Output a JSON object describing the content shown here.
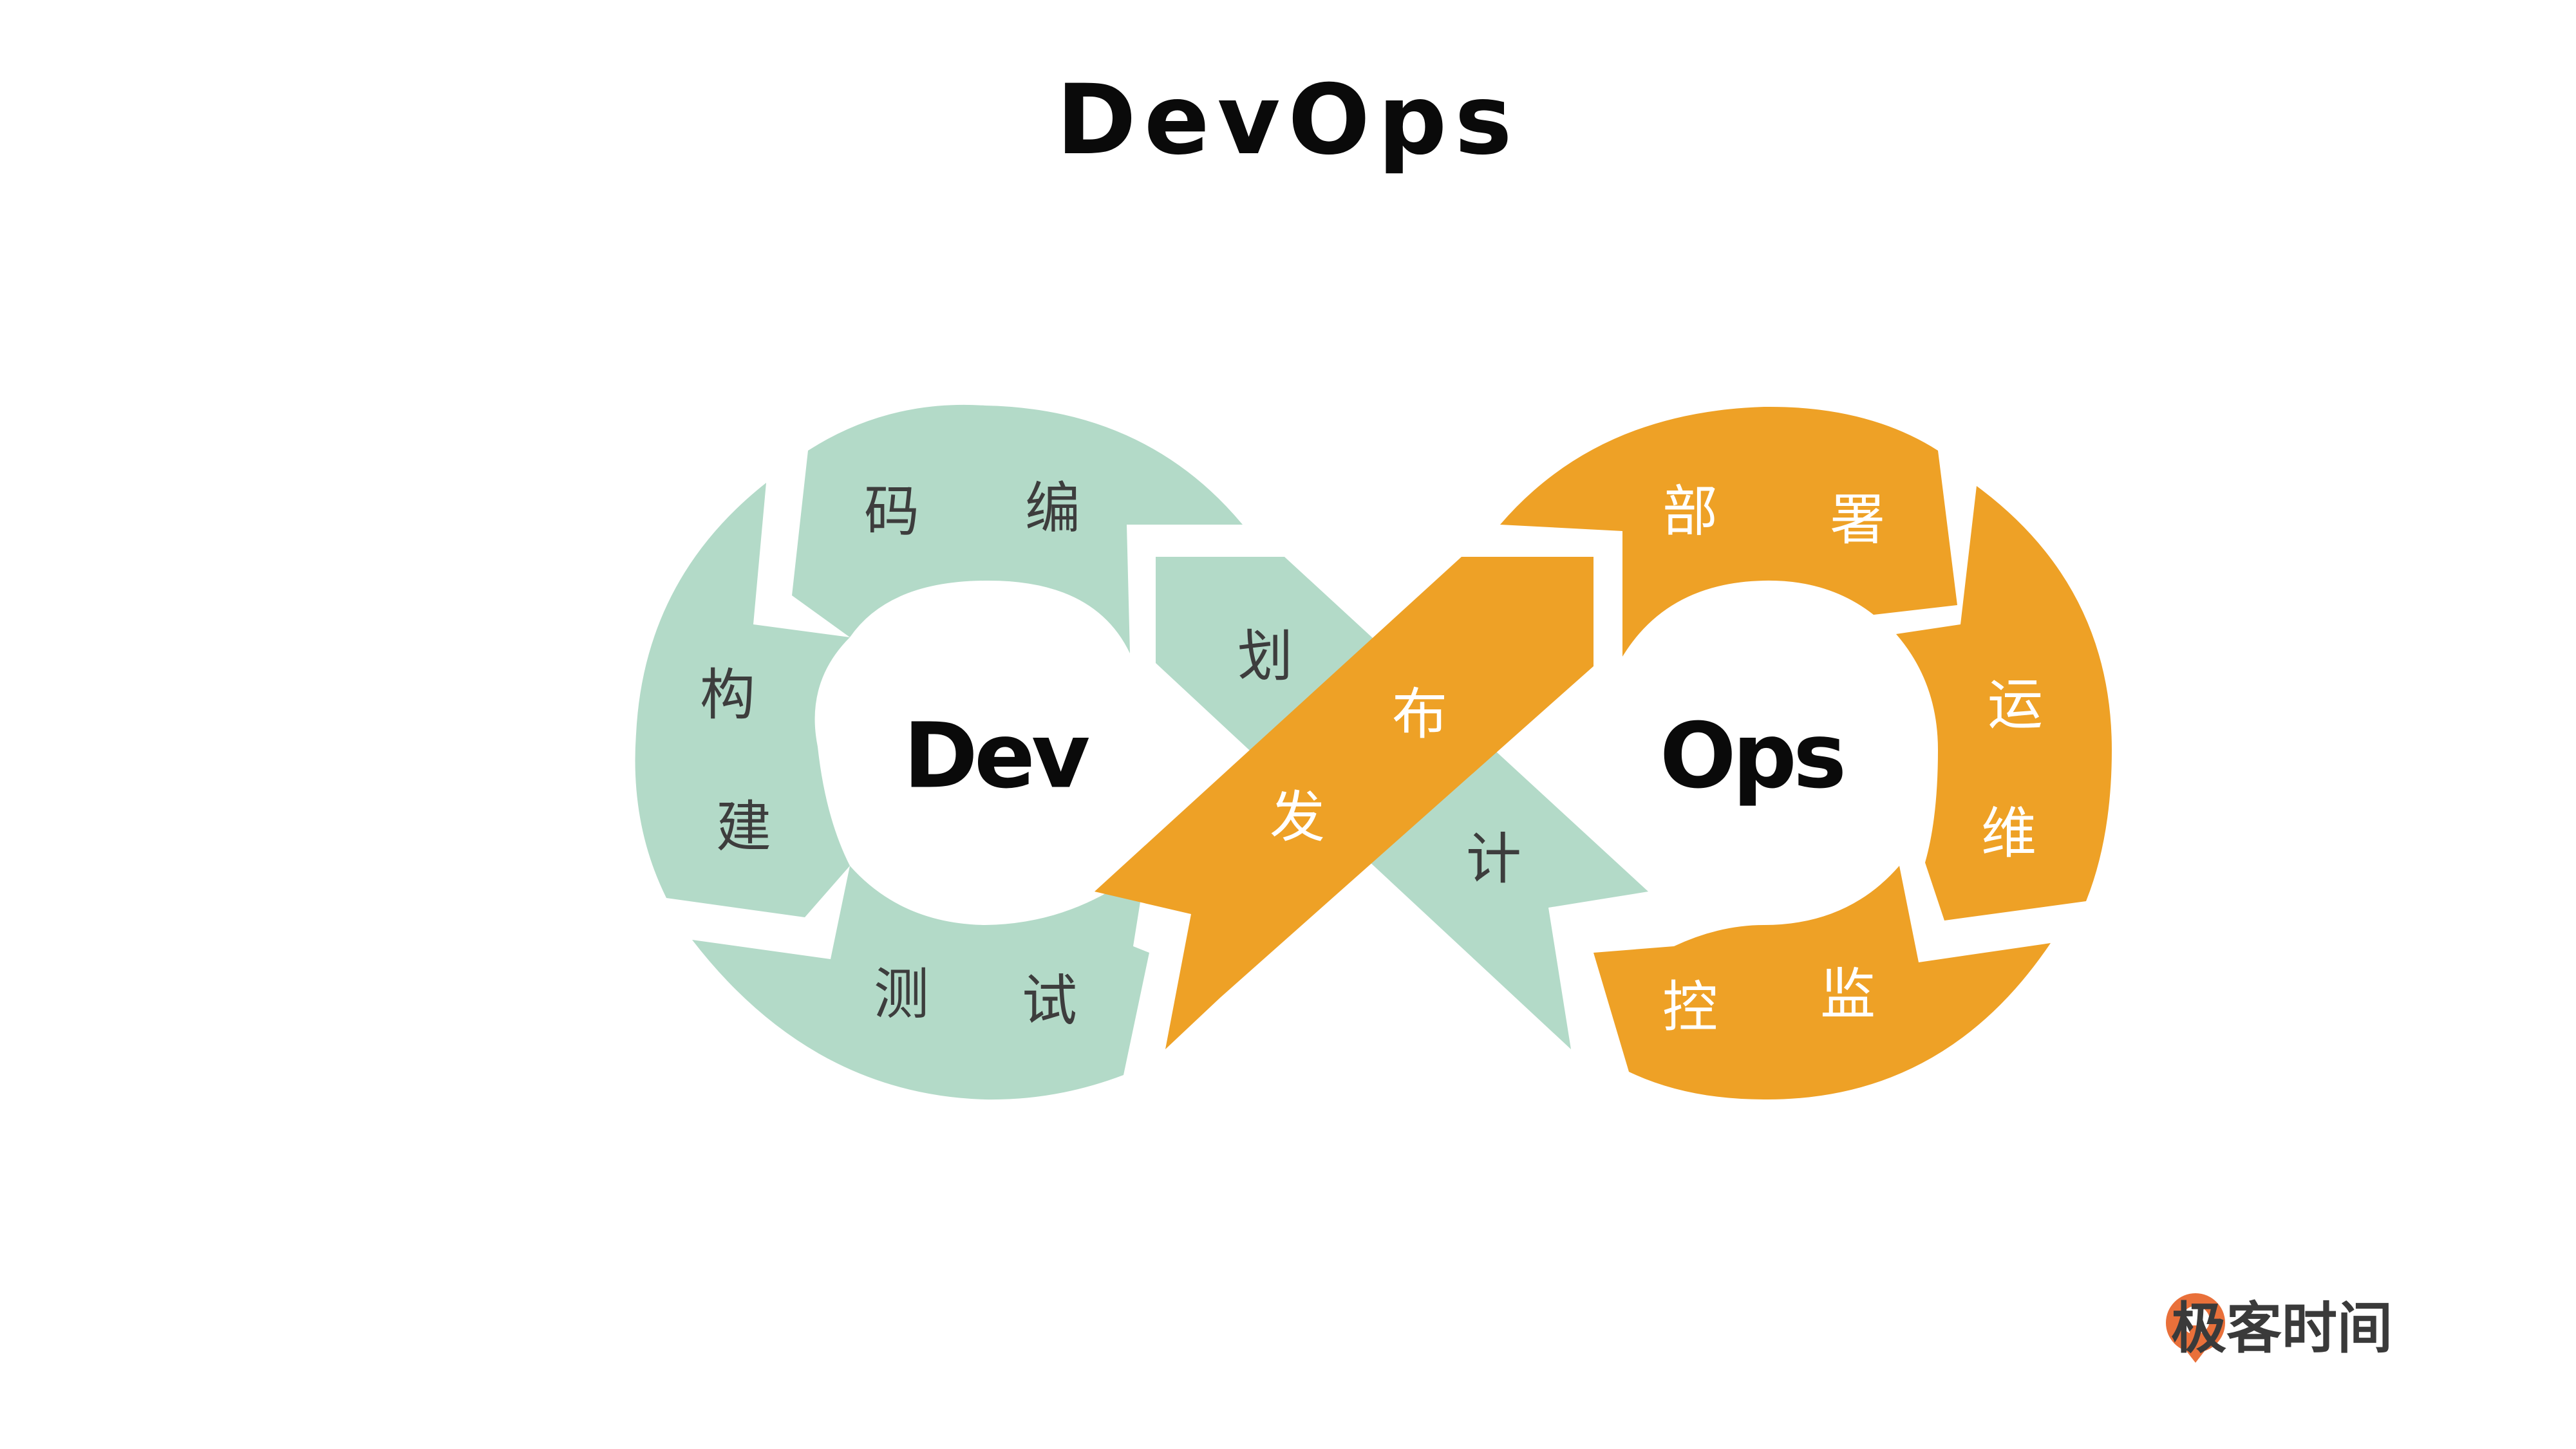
{
  "title": "DevOps",
  "hubs": {
    "dev": "Dev",
    "ops": "Ops"
  },
  "steps": {
    "plan_1": "计",
    "plan_2": "划",
    "code_1": "编",
    "code_2": "码",
    "build_1": "构",
    "build_2": "建",
    "test_1": "测",
    "test_2": "试",
    "release_1": "发",
    "release_2": "布",
    "deploy_1": "部",
    "deploy_2": "署",
    "operate_1": "运",
    "operate_2": "维",
    "monitor_1": "监",
    "monitor_2": "控"
  },
  "colors": {
    "dev": "#b3dac8",
    "ops": "#eea126",
    "text_dark": "#3d3d3d",
    "brand": "#e9703a"
  },
  "brand": {
    "name": "极客时间",
    "icon": "geektime-logo-icon"
  }
}
